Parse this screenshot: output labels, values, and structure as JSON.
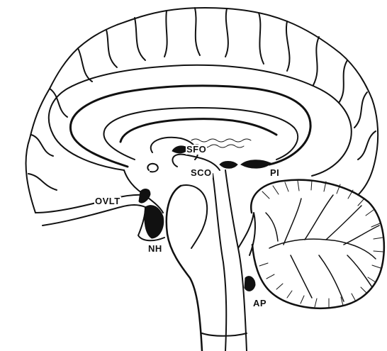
{
  "labels": {
    "sfo": "SFO",
    "sco": "SCO",
    "pi": "PI",
    "ovlt": "OVLT",
    "nh": "NH",
    "ap": "AP"
  },
  "colors": {
    "ink": "#111111",
    "background": "#ffffff"
  }
}
